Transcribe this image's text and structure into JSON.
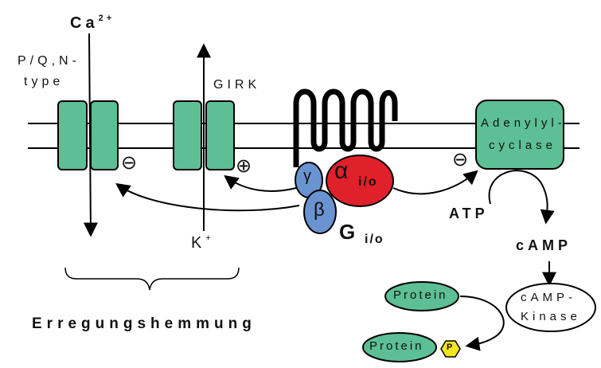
{
  "channels": {
    "pq_type": {
      "ion": "Ca",
      "ion_charge": "2+",
      "label_line1": "P/Q,N-",
      "label_line2": "type",
      "modulation": "⊖"
    },
    "girk": {
      "label": "GIRK",
      "ion": "K",
      "ion_charge": "+",
      "modulation": "⊕"
    }
  },
  "g_protein": {
    "alpha_symbol": "α",
    "alpha_subscript": "i/o",
    "beta_symbol": "β",
    "gamma_symbol": "γ",
    "name": "G",
    "name_subscript": "i/o"
  },
  "adenylyl_cyclase": {
    "line1": "Adenylyl-",
    "line2": "cyclase",
    "modulation": "⊖"
  },
  "atp": "ATP",
  "camp": "cAMP",
  "camp_kinase": {
    "line1": "cAMP-",
    "line2": "Kinase"
  },
  "protein": "Protein",
  "protein_p": {
    "label": "Protein",
    "phosphate": "P"
  },
  "outcome": "Erregungshemmung",
  "colors": {
    "channel": "#5dbf94",
    "alpha": "#e0202a",
    "beta_gamma": "#6a93d1",
    "phosphate": "#f2e51c",
    "receptor": "#000000"
  }
}
